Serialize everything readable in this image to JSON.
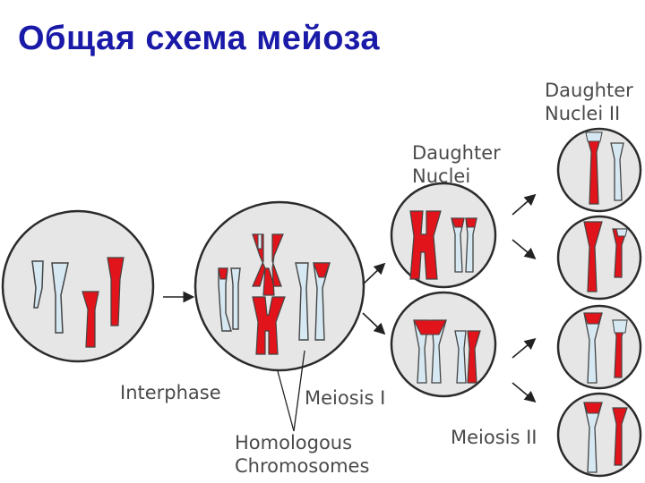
{
  "title": "Общая схема мейоза",
  "labels": {
    "interphase": "Interphase",
    "meiosis1": "Meiosis I",
    "meiosis2": "Meiosis II",
    "homologous_line1": "Homologous",
    "homologous_line2": "Chromosomes",
    "daughter_nuclei_line1": "Daughter",
    "daughter_nuclei_line2": "Nuclei",
    "daughter_nuclei2_line1": "Daughter",
    "daughter_nuclei2_line2": "Nuclei II"
  },
  "colors": {
    "title": "#1a1aa8",
    "cell_fill": "#e6e6e6",
    "cell_stroke": "#2b2b2b",
    "maternal": "#e0141a",
    "paternal": "#d6e8f2",
    "label": "#4a4a4a"
  }
}
